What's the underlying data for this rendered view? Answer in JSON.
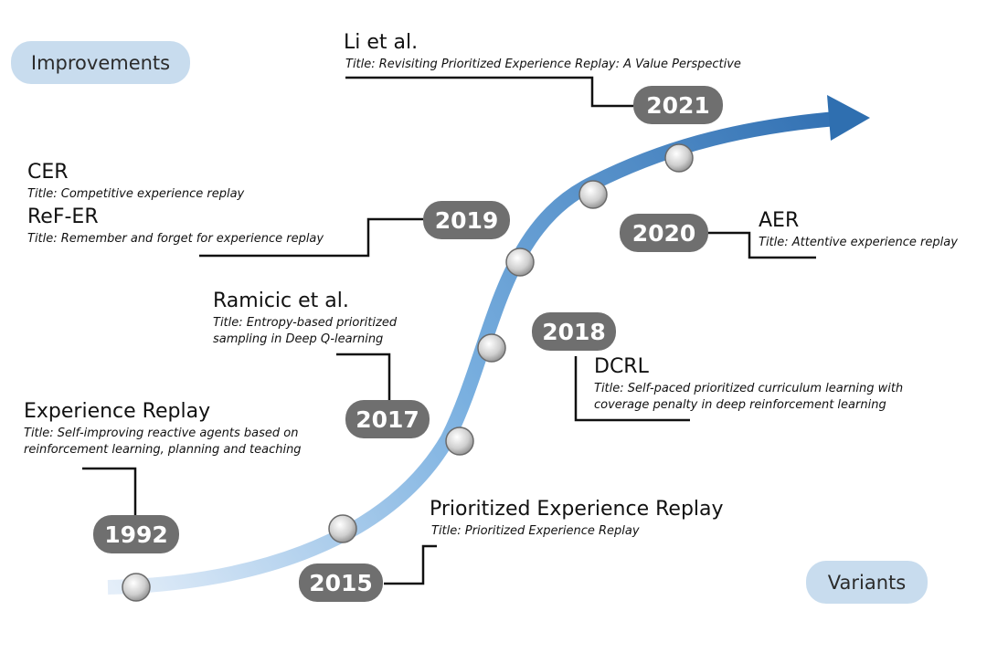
{
  "labels": {
    "improvements": "Improvements",
    "variants": "Variants"
  },
  "milestones": [
    {
      "year": "1992",
      "name": "Experience Replay",
      "title": "Title: Self-improving reactive agents based on reinforcement learning, planning and teaching"
    },
    {
      "year": "2015",
      "name": "Prioritized Experience Replay",
      "title": "Title: Prioritized Experience Replay"
    },
    {
      "year": "2017",
      "name": "Ramicic et al.",
      "title": "Title: Entropy-based prioritized sampling in Deep Q-learning"
    },
    {
      "year": "2018",
      "name": "DCRL",
      "title": "Title: Self-paced prioritized curriculum learning with coverage penalty in deep reinforcement learning"
    },
    {
      "year": "2019",
      "name": "CER",
      "title": "Title: Competitive experience replay",
      "name2": "ReF-ER",
      "title2": "Title: Remember and forget for experience replay"
    },
    {
      "year": "2020",
      "name": "AER",
      "title": "Title: Attentive experience replay"
    },
    {
      "year": "2021",
      "name": "Li et al.",
      "title": "Title: Revisiting Prioritized Experience Replay: A Value Perspective"
    }
  ],
  "colors": {
    "arrow_start": "#dce8f6",
    "arrow_end": "#2f6fb0",
    "year_badge": "#6f6f6f",
    "pill": "#c8dcee"
  }
}
